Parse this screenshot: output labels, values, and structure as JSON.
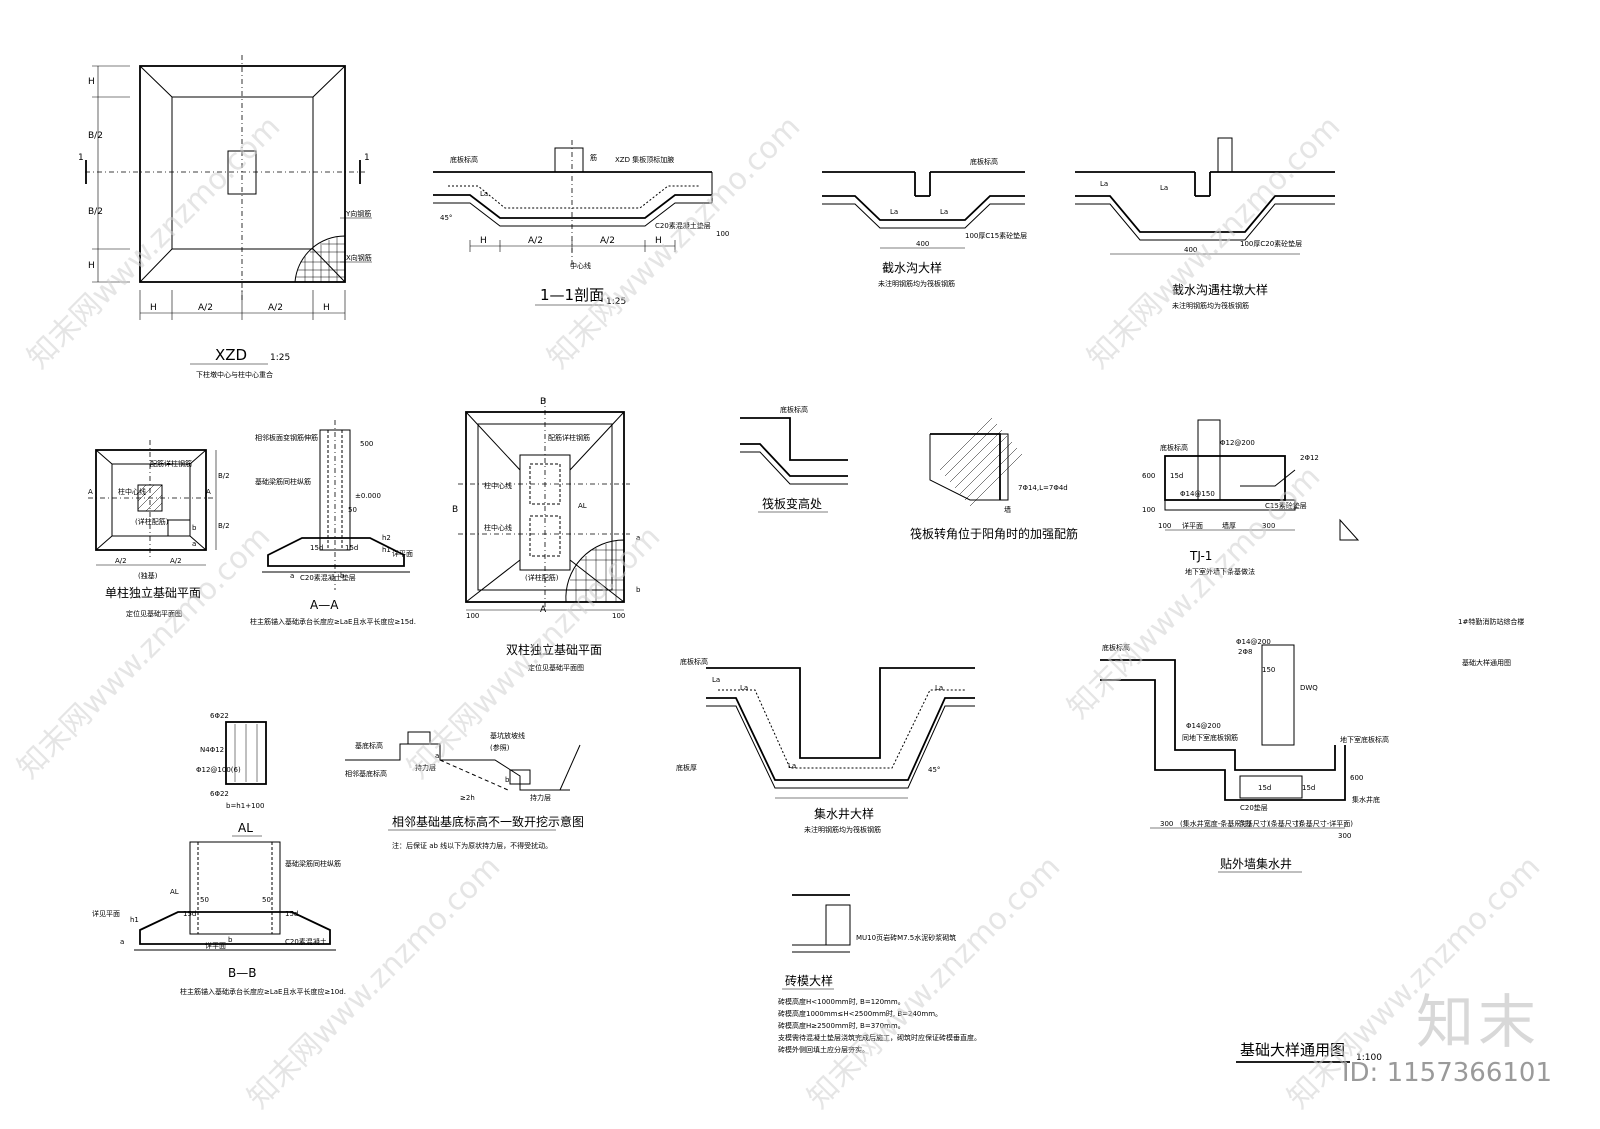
{
  "xzd": {
    "title": "XZD",
    "scale": "1:25",
    "note": "下柱墩中心与柱中心重合",
    "section_mark": "1",
    "dims_bottom": [
      "H",
      "A/2",
      "A/2",
      "H"
    ],
    "dims_left": [
      "H",
      "B/2",
      "B/2",
      "H"
    ],
    "rebar_y": "Y向钢筋",
    "rebar_x": "X向钢筋"
  },
  "sec11": {
    "title": "1—1剖面",
    "scale": "1:25",
    "dims": [
      "H",
      "A/2",
      "A/2",
      "H"
    ],
    "center": "中心线",
    "c20": "C20素混凝土垫层",
    "labels": [
      "底板标高",
      "XZD 集板顶标加腋",
      "筋"
    ],
    "la": "La",
    "h100": "100",
    "d45": "45°"
  },
  "cutoff": {
    "title": "截水沟大样",
    "note": "未注明钢筋均为筏板钢筋",
    "dim400": "400",
    "dim100": "100厚C15素砼垫层",
    "la": "La",
    "label": "底板标高"
  },
  "cutoff_col": {
    "title": "截水沟遇柱墩大样",
    "note": "未注明钢筋均为筏板钢筋",
    "dim400": "400",
    "la": "La",
    "c20": "100厚C20素砼垫层"
  },
  "single": {
    "title": "单柱独立基础平面",
    "sub": "定位见基础平面图",
    "section": "A",
    "dims": [
      "A/2",
      "A/2"
    ],
    "dims_v": [
      "B/2",
      "B/2"
    ],
    "labels": [
      "配筋详柱钢筋",
      "柱中心线",
      "(详柱配筋)",
      "(独基)",
      "b",
      "a"
    ]
  },
  "aa": {
    "title": "A—A",
    "note": "柱主筋锚入基础承台长度应≥LaE且水平长度应≥15d.",
    "labels": [
      "相邻板面变钢筋伸筋",
      "基础梁筋同柱纵筋",
      "±0.000",
      "C20素混凝土垫层",
      "详平面"
    ],
    "dims": [
      "500",
      "50",
      "15d",
      "15d",
      "h1",
      "h2",
      "b",
      "a"
    ]
  },
  "double": {
    "title": "双柱独立基础平面",
    "sub": "定位见基础平面图",
    "labels": [
      "柱中心线",
      "柱中心线",
      "配筋详柱钢筋",
      "AL",
      "(详柱配筋)",
      "B",
      "A",
      "a",
      "b"
    ],
    "dims": [
      "100",
      "100"
    ]
  },
  "raft_step": {
    "title": "筏板变高处",
    "label": "底板标高"
  },
  "raft_corner": {
    "title": "筏板转角位于阳角时的加强配筋",
    "label": "墙",
    "note": "7Φ14,L=7Φ4d"
  },
  "tj1": {
    "title": "TJ-1",
    "sub": "地下室外墙下条基做法",
    "labels": [
      "底板标高",
      "详平面",
      "墙厚",
      "C15素砼垫层"
    ],
    "dims": [
      "100",
      "详平面",
      "墙厚",
      "300",
      "600",
      "100"
    ],
    "bars": [
      "2Φ12",
      "Φ12@200",
      "Φ14@150",
      "15d"
    ]
  },
  "right_notes": {
    "project": "1#特勤消防站综合楼",
    "drawing": "基础大样通用图"
  },
  "al": {
    "title": "AL",
    "labels": [
      "6Φ22",
      "N4Φ12",
      "Φ12@100(6)",
      "6Φ22",
      "b=h1+100"
    ]
  },
  "adjacent": {
    "title": "相邻基础基底标高不一致开挖示意图",
    "note": "注：后保证 ab 线以下为原状持力层，不得受扰动。",
    "labels": [
      "基底标高",
      "相邻基底标高",
      "基坑放坡线",
      "(参照)",
      "持力层",
      "持力层",
      "≥2h",
      "a",
      "b"
    ]
  },
  "sump": {
    "title": "集水井大样",
    "note": "未注明钢筋均为筏板钢筋",
    "labels": [
      "底板标高",
      "La",
      "La",
      "La",
      "La",
      "45°",
      "底板厚"
    ]
  },
  "brick": {
    "title": "砖模大样",
    "label": "MU10页岩砖M7.5水泥砂浆砌筑",
    "notes": [
      "砖模高度H<1000mm时, B=120mm。",
      "砖模高度1000mm≤H<2500mm时, B=240mm。",
      "砖模高度H≥2500mm时, B=370mm。",
      "支模需待混凝土垫层浇筑完成后施工，砌筑时应保证砖模垂直度。",
      "砖模外侧回填土应分层夯实。"
    ]
  },
  "bb": {
    "title": "B—B",
    "note": "柱主筋锚入基础承台长度应≥LaE且水平长度应≥10d.",
    "labels": [
      "基础梁筋同柱纵筋",
      "详见平面",
      "C20素混凝土",
      "AL",
      "15d",
      "15d",
      "50",
      "50",
      "h1",
      "a",
      "b",
      "详平面"
    ]
  },
  "wall_sump": {
    "title": "贴外墙集水井",
    "labels": [
      "底板标高",
      "DWQ",
      "Φ14@200",
      "Φ14@200",
      "2Φ8",
      "150",
      "同地下室底板钢筋",
      "C20垫层",
      "15d",
      "15d",
      "600",
      "地下室底板标高",
      "集水井底"
    ],
    "dims": [
      "300",
      "(集水井宽度-条基尺寸)",
      "(条基尺寸)",
      "(条基尺寸)",
      "(条基尺寸-详平面)",
      "300"
    ]
  },
  "sheet_title": {
    "title": "基础大样通用图",
    "scale": "1:100"
  },
  "brand": {
    "logo": "知末",
    "id": "ID: 1157366101",
    "watermark": "知末网www.znzmo.com"
  }
}
